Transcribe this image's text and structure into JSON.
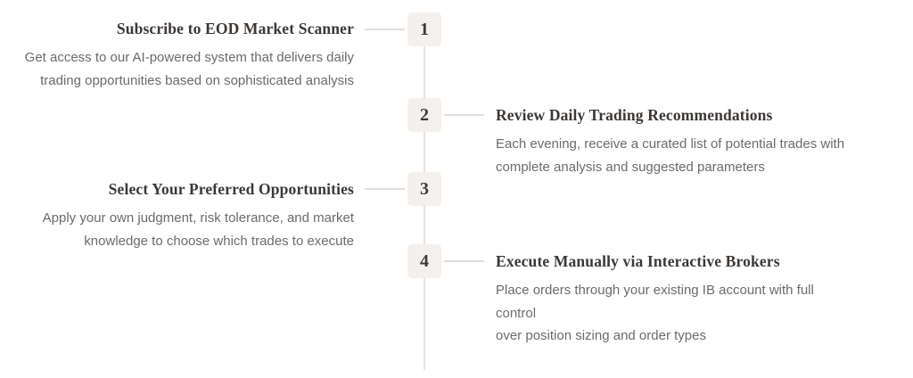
{
  "colors": {
    "background": "#ffffff",
    "badge_bg": "#f3f0ee",
    "badge_text": "#3d3a38",
    "line": "#e4e2e0",
    "connector": "#e0dedc",
    "title_text": "#3b3836",
    "desc_text": "#6d6b69"
  },
  "timeline": {
    "steps": [
      {
        "number": "1",
        "side": "left",
        "title": "Subscribe to EOD Market Scanner",
        "desc_lines": [
          "Get access to our AI-powered system that delivers daily",
          "trading opportunities based on sophisticated analysis"
        ]
      },
      {
        "number": "2",
        "side": "right",
        "title": "Review Daily Trading Recommendations",
        "desc_lines": [
          "Each evening, receive a curated list of potential trades with",
          "complete analysis and suggested parameters"
        ]
      },
      {
        "number": "3",
        "side": "left",
        "title": "Select Your Preferred Opportunities",
        "desc_lines": [
          "Apply your own judgment, risk tolerance, and market",
          "knowledge to choose which trades to execute"
        ]
      },
      {
        "number": "4",
        "side": "right",
        "title": "Execute Manually via Interactive Brokers",
        "desc_lines": [
          "Place orders through your existing IB account with full control",
          "over position sizing and order types"
        ]
      }
    ]
  }
}
